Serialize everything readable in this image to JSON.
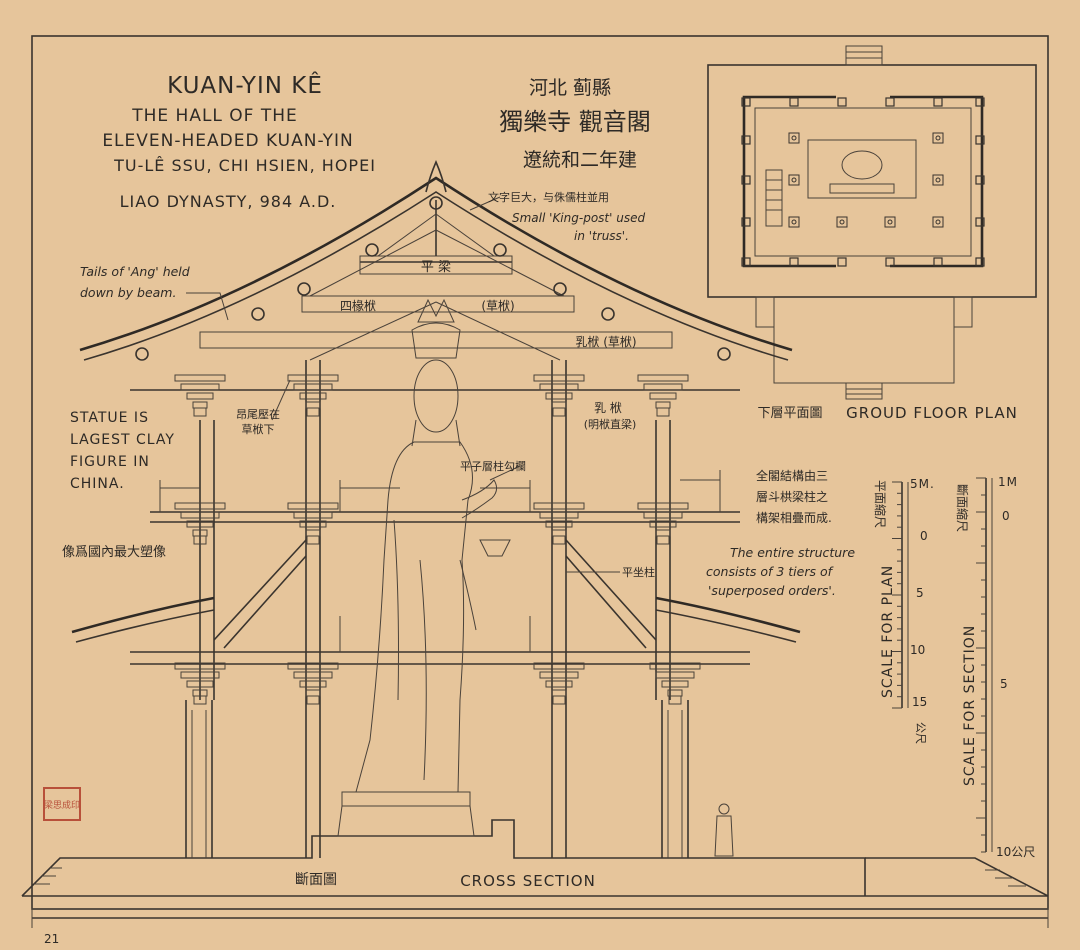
{
  "title": {
    "line1": "KUAN-YIN KÊ",
    "line2": "THE HALL OF THE",
    "line3": "ELEVEN-HEADED KUAN-YIN",
    "line4": "TU-LÊ SSU, CHI HSIEN, HOPEI",
    "line5": "LIAO DYNASTY, 984 A.D."
  },
  "chinese_title": {
    "line1": "河北 蓟縣",
    "line2": "獨樂寺 觀音閣",
    "line3": "遼統和二年建"
  },
  "annotations": {
    "king_post_cn": "文字巨大，与侏儒柱並用",
    "king_post_en1": "Small 'King-post' used",
    "king_post_en2": "in 'truss'.",
    "ang_tails1": "Tails of 'Ang' held",
    "ang_tails2": "down by beam.",
    "beam_top": "平 梁",
    "beam_four": "四椽栿",
    "beam_cao1": "(草栿)",
    "beam_ru": "乳栿 (草栿)",
    "beam_mid1": "乳 栿",
    "beam_mid2": "(明栿直梁)",
    "ang_under1": "昂尾壓在",
    "ang_under2": "草栿下",
    "statue1": "STATUE IS",
    "statue2": "LAGEST CLAY",
    "statue3": "FIGURE IN",
    "statue4": "CHINA.",
    "statue_cn": "像爲國內最大塑像",
    "column_top": "平子層柱勾欄",
    "column_flat": "平坐柱",
    "tiers_cn1": "全閣結構由三",
    "tiers_cn2": "層斗栱梁柱之",
    "tiers_cn3": "構架相疊而成.",
    "tiers_en1": "The entire structure",
    "tiers_en2": "consists of 3 tiers of",
    "tiers_en3": "'superposed orders'."
  },
  "plan": {
    "label_cn": "下層平面圖",
    "label_en": "GROUD FLOOR PLAN"
  },
  "section": {
    "label_cn": "斷面圖",
    "label_en": "CROSS SECTION"
  },
  "scale_plan": {
    "label_cn": "平面縮尺",
    "label_en": "SCALE FOR PLAN",
    "unit": "5M.",
    "ticks": [
      "0",
      "5",
      "10",
      "15"
    ],
    "end_cn": "公尺"
  },
  "scale_section": {
    "label_cn": "斷面縮尺",
    "label_en": "SCALE FOR SECTION",
    "unit": "1M",
    "ticks": [
      "0",
      "5"
    ],
    "end": "10公尺"
  },
  "seal": "梁思成印",
  "page_number": "21",
  "colors": {
    "paper": "#e6c59b",
    "ink": "#3a342e",
    "seal": "#b8503a"
  }
}
